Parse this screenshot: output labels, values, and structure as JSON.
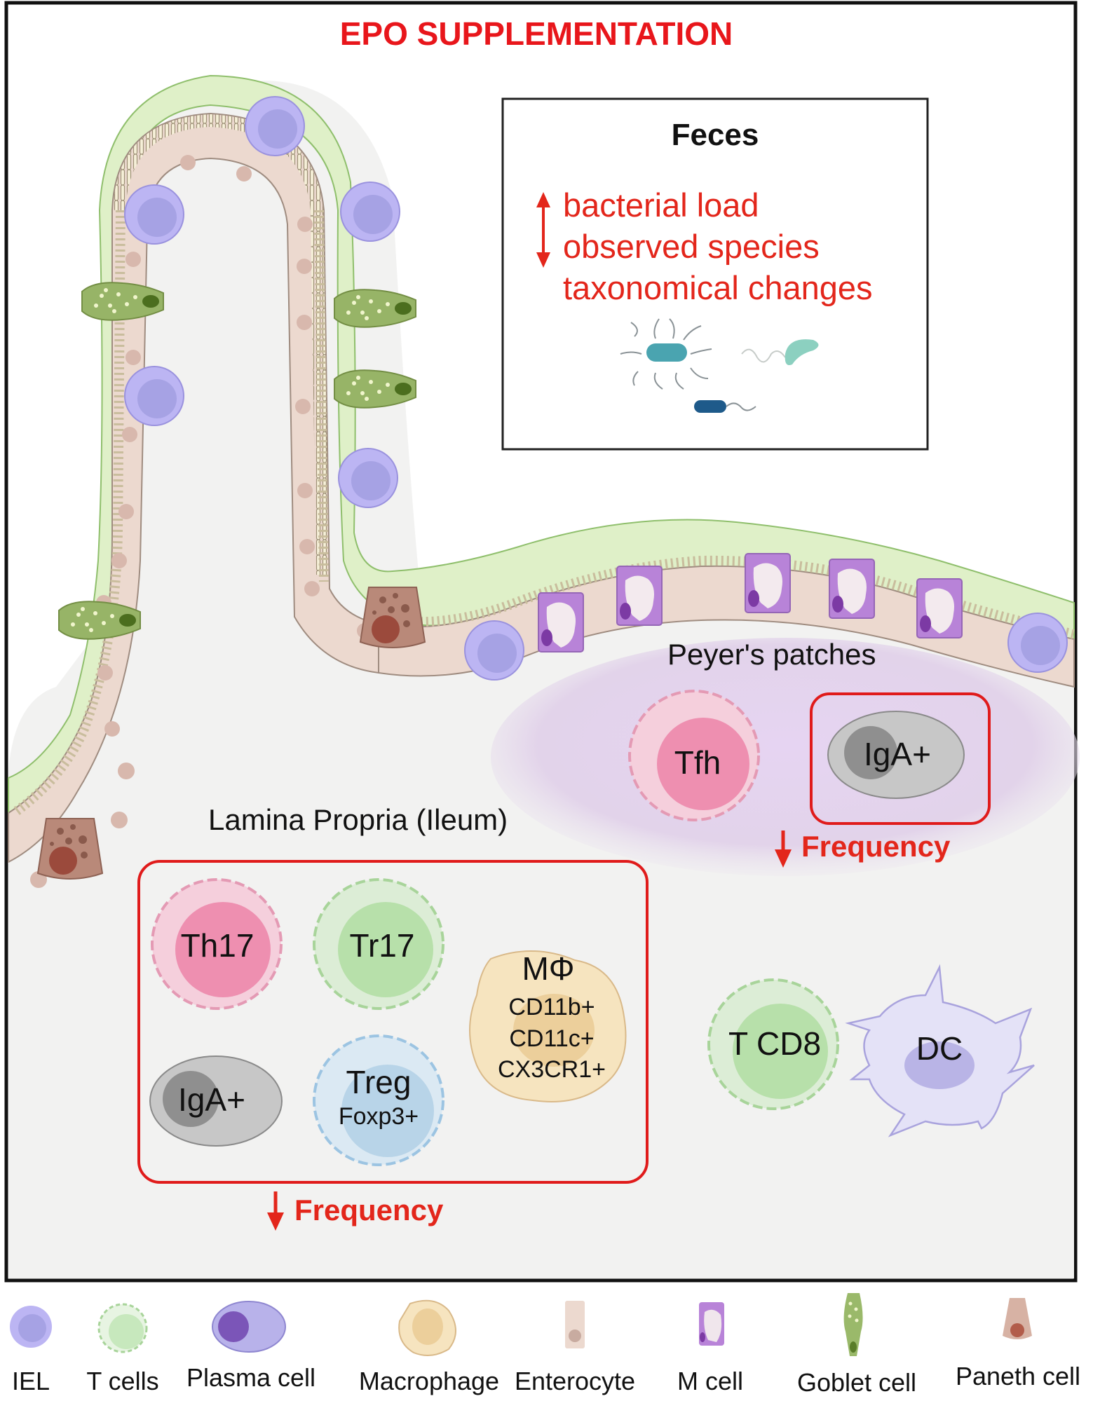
{
  "title": "EPO SUPPLEMENTATION",
  "colors": {
    "accent_red": "#e3261b",
    "title_red": "#e8161b",
    "mucus_green": "#dff0c8",
    "enterocyte": "#ecd9cf",
    "iel_purple": "#b8b2f0",
    "m_cell_purple": "#b57fd6",
    "goblet_green": "#8fae5a",
    "paneth_brown": "#b07a6a",
    "lamina_bg": "#f2f2f1",
    "peyers_bg": "#e4d7ec"
  },
  "feces_box": {
    "title": "Feces",
    "items": [
      {
        "direction": "up",
        "text": "bacterial load"
      },
      {
        "direction": "down",
        "text": "observed species"
      },
      {
        "direction": "none",
        "text": "taxonomical changes"
      }
    ],
    "bacteria_icons": [
      "flagellated-rod-bacterium-icon",
      "curved-bacterium-icon",
      "rod-bacterium-icon"
    ]
  },
  "peyers_patches": {
    "label": "Peyer's patches",
    "cells": [
      {
        "name": "Tfh",
        "type": "T cell",
        "highlighted": false
      },
      {
        "name": "IgA+",
        "type": "Plasma cell",
        "highlighted": true
      }
    ],
    "effect": {
      "direction": "down",
      "text": "Frequency"
    }
  },
  "lamina_propria": {
    "label": "Lamina Propria (Ileum)",
    "cells": [
      {
        "name": "Th17",
        "type": "T cell"
      },
      {
        "name": "Tr17",
        "type": "T cell"
      },
      {
        "name": "MΦ",
        "markers": [
          "CD11b+",
          "CD11c+",
          "CX3CR1+"
        ],
        "type": "Macrophage"
      },
      {
        "name": "IgA+",
        "type": "Plasma cell"
      },
      {
        "name": "Treg",
        "markers": [
          "Foxp3+"
        ],
        "type": "T cell"
      }
    ],
    "effect": {
      "direction": "down",
      "text": "Frequency"
    }
  },
  "unchanged_cells": [
    {
      "name": "T CD8",
      "type": "T cell"
    },
    {
      "name": "DC",
      "type": "Dendritic cell"
    }
  ],
  "legend": [
    {
      "label": "IEL",
      "icon": "iel-icon"
    },
    {
      "label": "T cells",
      "icon": "t-cell-icon"
    },
    {
      "label": "Plasma cell",
      "icon": "plasma-cell-icon"
    },
    {
      "label": "Macrophage",
      "icon": "macrophage-icon"
    },
    {
      "label": "Enterocyte",
      "icon": "enterocyte-icon"
    },
    {
      "label": "M cell",
      "icon": "m-cell-icon"
    },
    {
      "label": "Goblet cell",
      "icon": "goblet-cell-icon"
    },
    {
      "label": "Paneth cell",
      "icon": "paneth-cell-icon"
    }
  ]
}
